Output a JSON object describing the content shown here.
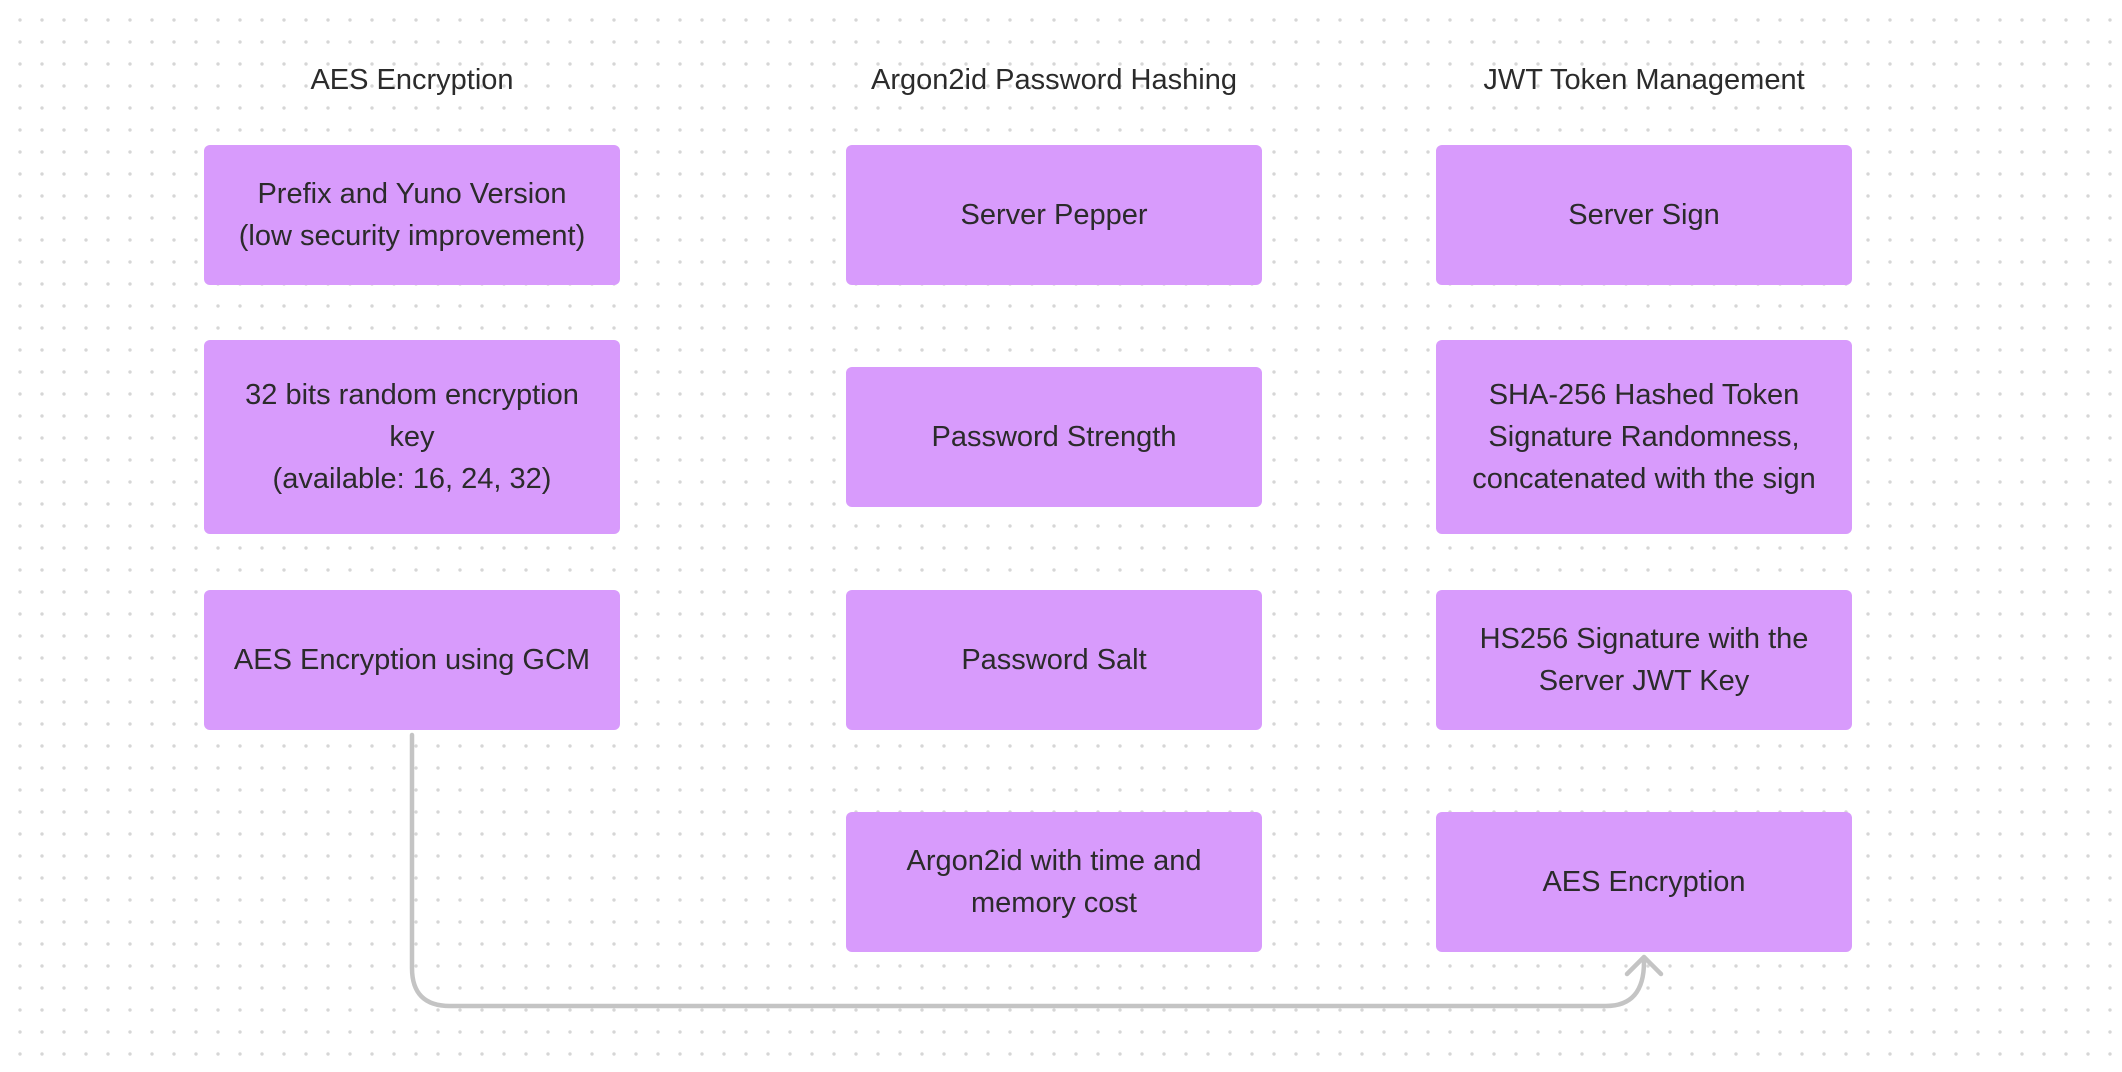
{
  "columns": [
    {
      "title": "AES Encryption",
      "cards": [
        "Prefix and Yuno Version\n(low security improvement)",
        "32 bits random encryption\nkey\n(available: 16, 24, 32)",
        "AES Encryption using GCM"
      ]
    },
    {
      "title": "Argon2id Password Hashing",
      "cards": [
        "Server Pepper",
        "Password Strength",
        "Password Salt",
        "Argon2id with time and\nmemory cost"
      ]
    },
    {
      "title": "JWT Token Management",
      "cards": [
        "Server Sign",
        "SHA-256 Hashed Token\nSignature Randomness,\nconcatenated with the sign",
        "HS256 Signature with the\nServer JWT Key",
        "AES Encryption"
      ]
    }
  ],
  "colors": {
    "card_fill": "#d89bfc",
    "connector": "#c4c4c4",
    "text": "#2b2b2b",
    "background": "#ffffff",
    "grid_dot": "#d6d6d6"
  }
}
